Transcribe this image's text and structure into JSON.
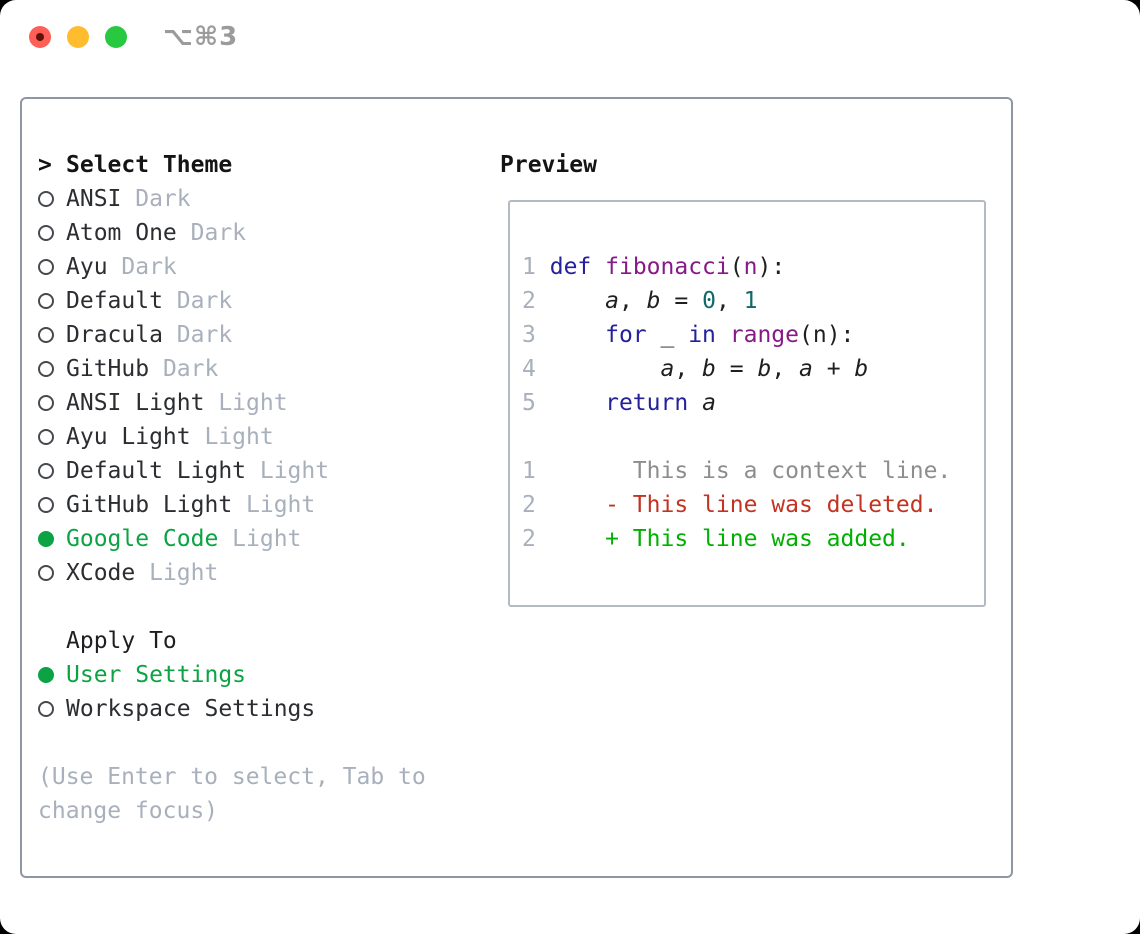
{
  "window": {
    "title_shortcut": "⌥⌘3"
  },
  "colors": {
    "accent_green": "#0ca344",
    "traffic_red": "#ff5f57",
    "traffic_yellow": "#febc2e",
    "traffic_green": "#28c840",
    "muted_gray": "#a8b0bc",
    "box_border": "#8e98a5",
    "preview_border": "#b4bac3",
    "syntax_keyword": "#24219b",
    "syntax_function": "#871987",
    "syntax_number": "#0e6968",
    "diff_deleted": "#c23321",
    "diff_added": "#00b000",
    "diff_context": "#8d8d8d"
  },
  "left_panel": {
    "prompt": ">",
    "header": "Select Theme",
    "themes": [
      {
        "name": "ANSI",
        "variant": "Dark",
        "selected": false
      },
      {
        "name": "Atom One",
        "variant": "Dark",
        "selected": false
      },
      {
        "name": "Ayu",
        "variant": "Dark",
        "selected": false
      },
      {
        "name": "Default",
        "variant": "Dark",
        "selected": false
      },
      {
        "name": "Dracula",
        "variant": "Dark",
        "selected": false
      },
      {
        "name": "GitHub",
        "variant": "Dark",
        "selected": false
      },
      {
        "name": "ANSI Light",
        "variant": "Light",
        "selected": false
      },
      {
        "name": "Ayu Light",
        "variant": "Light",
        "selected": false
      },
      {
        "name": "Default Light",
        "variant": "Light",
        "selected": false
      },
      {
        "name": "GitHub Light",
        "variant": "Light",
        "selected": false
      },
      {
        "name": "Google Code",
        "variant": "Light",
        "selected": true
      },
      {
        "name": "XCode",
        "variant": "Light",
        "selected": false
      }
    ],
    "apply_to": {
      "header": "Apply To",
      "options": [
        {
          "label": "User Settings",
          "selected": true
        },
        {
          "label": "Workspace Settings",
          "selected": false
        }
      ]
    },
    "help_lines": [
      "(Use Enter to select, Tab to",
      "change focus)"
    ]
  },
  "preview": {
    "title": "Preview",
    "lines": [
      {
        "num": "1",
        "spans": [
          [
            " ",
            "plain"
          ],
          [
            "def",
            "keyword"
          ],
          [
            " ",
            "plain"
          ],
          [
            "fibonacci",
            "function"
          ],
          [
            "(",
            "plain"
          ],
          [
            "n",
            "function"
          ],
          [
            "):",
            "plain"
          ]
        ]
      },
      {
        "num": "2",
        "spans": [
          [
            "     ",
            "plain"
          ],
          [
            "a",
            "variable"
          ],
          [
            ", ",
            "plain"
          ],
          [
            "b",
            "variable"
          ],
          [
            " = ",
            "plain"
          ],
          [
            "0",
            "number"
          ],
          [
            ", ",
            "plain"
          ],
          [
            "1",
            "number"
          ]
        ]
      },
      {
        "num": "3",
        "spans": [
          [
            "     ",
            "plain"
          ],
          [
            "for",
            "keyword"
          ],
          [
            " _ ",
            "plain"
          ],
          [
            "in",
            "keyword"
          ],
          [
            " ",
            "plain"
          ],
          [
            "range",
            "function"
          ],
          [
            "(n):",
            "plain"
          ]
        ]
      },
      {
        "num": "4",
        "spans": [
          [
            "         ",
            "plain"
          ],
          [
            "a",
            "variable"
          ],
          [
            ", ",
            "plain"
          ],
          [
            "b",
            "variable"
          ],
          [
            " = ",
            "plain"
          ],
          [
            "b",
            "variable"
          ],
          [
            ", ",
            "plain"
          ],
          [
            "a",
            "variable"
          ],
          [
            " + ",
            "plain"
          ],
          [
            "b",
            "variable"
          ]
        ]
      },
      {
        "num": "5",
        "spans": [
          [
            "     ",
            "plain"
          ],
          [
            "return",
            "keyword"
          ],
          [
            " ",
            "plain"
          ],
          [
            "a",
            "variable"
          ]
        ]
      },
      {
        "num": "",
        "spans": []
      },
      {
        "num": "1",
        "spans": [
          [
            "       This is a context line.",
            "context"
          ]
        ]
      },
      {
        "num": "2",
        "spans": [
          [
            "     ",
            "plain"
          ],
          [
            "- This line was deleted.",
            "deleted"
          ]
        ]
      },
      {
        "num": "2",
        "spans": [
          [
            "     ",
            "plain"
          ],
          [
            "+ This line was added.",
            "added"
          ]
        ]
      }
    ]
  }
}
